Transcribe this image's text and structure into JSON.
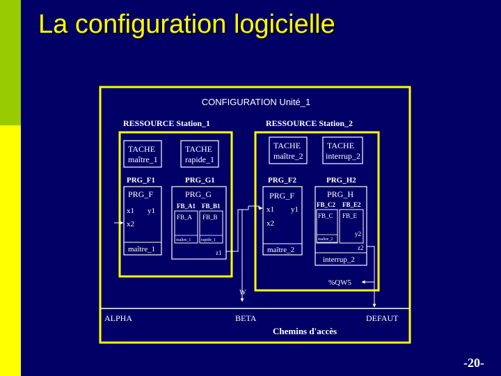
{
  "slide": {
    "title": "La configuration logicielle",
    "page_number": "-20-"
  },
  "diagram": {
    "configuration_label": "CONFIGURATION Unité_1",
    "resources": [
      {
        "label": "RESSOURCE Station_1",
        "tasks": [
          {
            "line1": "TACHE",
            "line2": "maître_1"
          },
          {
            "line1": "TACHE",
            "line2": "rapide_1"
          }
        ],
        "programs": [
          {
            "name": "PRG_F1",
            "box_title": "PRG_F",
            "inputs": [
              "x1",
              "x2"
            ],
            "outputs": [
              "y1"
            ],
            "task": "maître_1"
          },
          {
            "name": "PRG_G1",
            "box_title": "PRG_G",
            "fb_instances": [
              "FB_A1",
              "FB_B1"
            ],
            "fb_types": [
              "FB_A",
              "FB_B"
            ],
            "fb_tasks": [
              "maître_1",
              "rapide_1"
            ],
            "outputs": [
              "z1"
            ]
          }
        ]
      },
      {
        "label": "RESSOURCE Station_2",
        "tasks": [
          {
            "line1": "TACHE",
            "line2": "maître_2"
          },
          {
            "line1": "TACHE",
            "line2": "interrup_2"
          }
        ],
        "programs": [
          {
            "name": "PRG_F2",
            "box_title": "PRG_F",
            "inputs": [
              "x1",
              "x2"
            ],
            "outputs": [
              "y1"
            ],
            "task": "maître_2"
          },
          {
            "name": "PRG_H2",
            "box_title": "PRG_H",
            "fb_instances": [
              "FB_C2",
              "FB_E2"
            ],
            "fb_types": [
              "FB_C",
              "FB_E"
            ],
            "fb_task": "maître_2",
            "outputs": [
              "y2",
              "z2"
            ],
            "task": "interrup_2"
          }
        ]
      }
    ],
    "w_label": "W",
    "qw_label": "%QW5",
    "access_paths": {
      "alpha": "ALPHA",
      "beta": "BETA",
      "defaut": "DEFAUT",
      "caption": "Chemins d'accès"
    }
  }
}
